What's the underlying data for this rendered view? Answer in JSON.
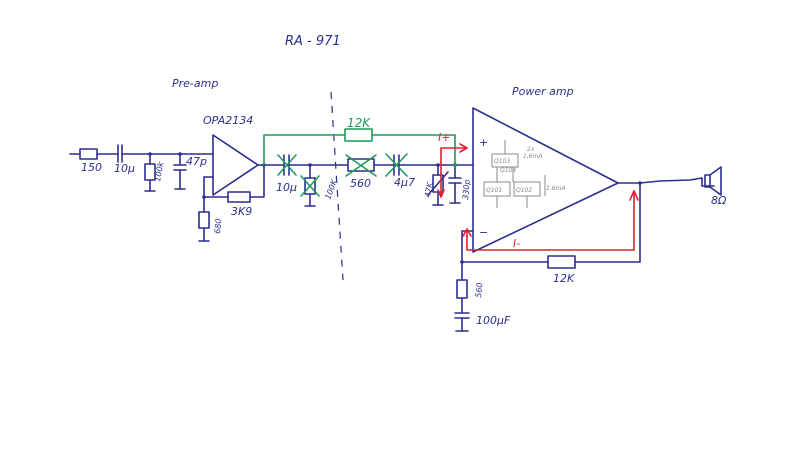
{
  "title": "RA - 971",
  "sections": {
    "preamp": "Pre-amp",
    "poweramp": "Power amp"
  },
  "opamp": "OPA2134",
  "components": {
    "r_in": "150",
    "c_in": "10µ",
    "r_100k": "100k",
    "c_47p": "47p",
    "r_3k9": "3K9",
    "r_680": "680",
    "c_10u_x": "10µ",
    "r_100k_x": "100K",
    "r_560_x": "560",
    "c_4u7_x": "4µ7",
    "r_47k": "47K",
    "c_330p": "330p",
    "r_12k_green": "12K",
    "r_12k": "12K",
    "r_560": "560",
    "c_100uf": "100µF",
    "speaker": "8Ω"
  },
  "currents": {
    "i_plus": "I+",
    "i_minus": "I-"
  },
  "inputs": {
    "plus": "+",
    "minus": "−"
  },
  "pencil_notes": {
    "n1": "2x",
    "n2": "1,6mA",
    "n3": "Q101",
    "n4": "Q102",
    "n5": "Q103",
    "n6": "Q104",
    "n7": "1.6mA"
  }
}
